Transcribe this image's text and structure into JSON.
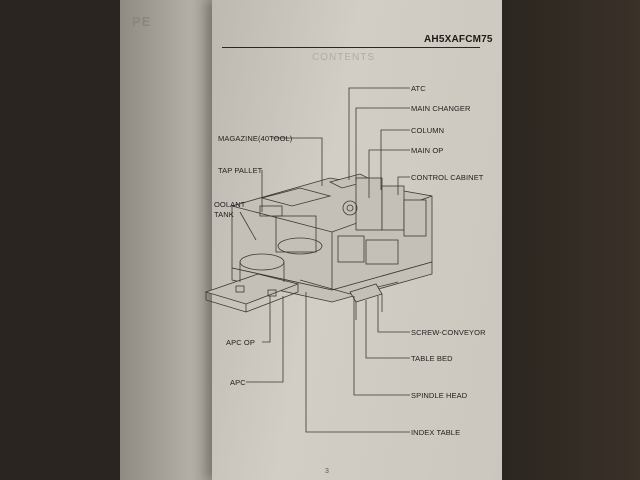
{
  "left_page": {
    "ghost_text": "PE"
  },
  "header": {
    "doc_code": "AH5XAFCM75",
    "ghost_heading": "CONTENTS"
  },
  "labels": {
    "atc": "ATC",
    "main_changer": "MAIN  CHANGER",
    "column": "COLUMN",
    "main_op": "MAIN OP",
    "control_cabinet": "CONTROL CABINET",
    "magazine": "MAGAZINE(40TOOL)",
    "tap_pallet": "TAP PALLET",
    "coolant_tank": "OOLANT\nTANK",
    "screw_conveyor": "SCREW-CONVEYOR",
    "table_bed": "TABLE BED",
    "spindle_head": "SPINDLE HEAD",
    "index_table": "INDEX TABLE",
    "apc_op": "APC OP",
    "apc": "APC"
  },
  "footer": {
    "page_number": "3"
  },
  "colors": {
    "paper": "#d2cec6",
    "ink": "#24221f",
    "background": "#2a2520"
  }
}
